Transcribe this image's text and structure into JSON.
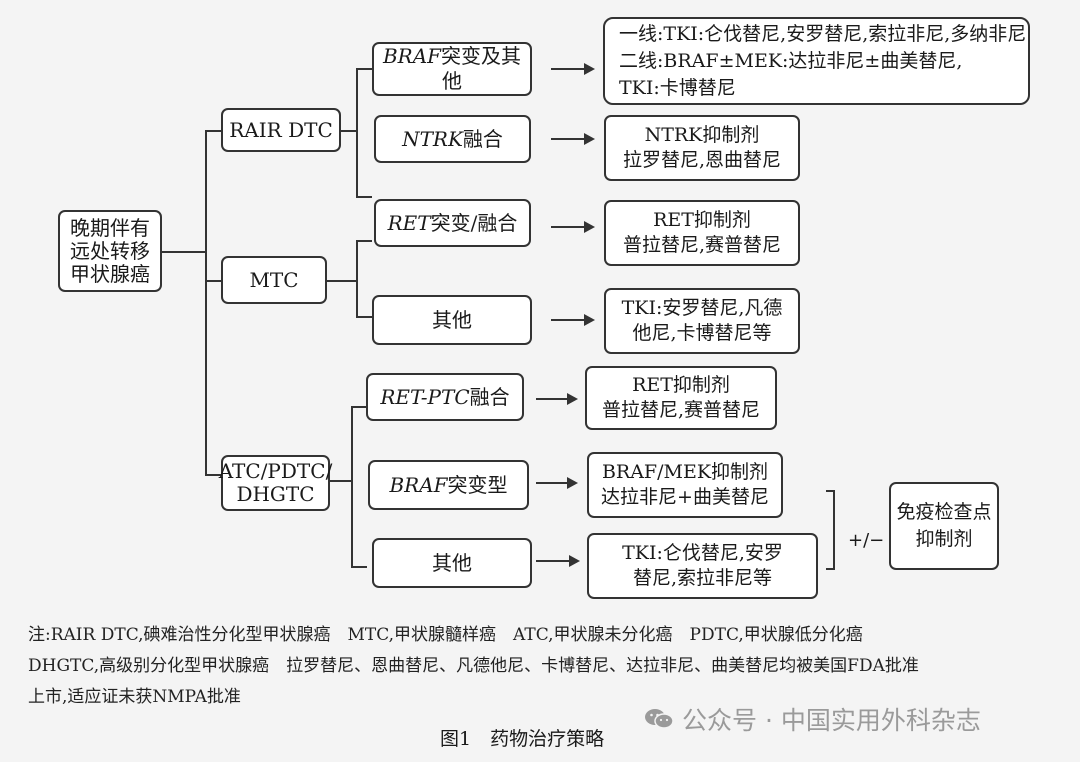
{
  "nodes": {
    "root": "晚期伴有\n远处转移\n甲状腺癌",
    "rair": "RAIR DTC",
    "mtc": "MTC",
    "atc": "ATC/PDTC/\nDHGTC",
    "braf_mut": {
      "it": "BRAF",
      "rest": "突变及其他"
    },
    "ntrk_fusion": {
      "it": "NTRK",
      "rest": "融合"
    },
    "ret_mut": {
      "it": "RET",
      "rest": "突变/融合"
    },
    "mtc_other": "其他",
    "ret_ptc": {
      "it": "RET-PTC",
      "rest": "融合"
    },
    "braf_type": {
      "it": "BRAF",
      "rest": "突变型"
    },
    "atc_other": "其他"
  },
  "treatments": {
    "braf": "一线:TKI:仑伐替尼,安罗替尼,索拉非尼,多纳非尼\n二线:BRAF±MEK:达拉非尼±曲美替尼,\nTKI:卡博替尼",
    "ntrk": "NTRK抑制剂\n拉罗替尼,恩曲替尼",
    "ret": "RET抑制剂\n普拉替尼,赛普替尼",
    "mtc_other": "TKI:安罗替尼,凡德\n他尼,卡博替尼等",
    "ret_ptc": "RET抑制剂\n普拉替尼,赛普替尼",
    "braf_mek": "BRAF/MEK抑制剂\n达拉非尼+曲美替尼",
    "atc_other": "TKI:仑伐替尼,安罗\n替尼,索拉非尼等",
    "immune": "免疫检查点\n抑制剂"
  },
  "plus_minus": "+/−",
  "note": {
    "line1": "注:RAIR DTC,碘难治性分化型甲状腺癌　MTC,甲状腺髓样癌　ATC,甲状腺未分化癌　PDTC,甲状腺低分化癌",
    "line2": "DHGTC,高级别分化型甲状腺癌　拉罗替尼、恩曲替尼、凡德他尼、卡博替尼、达拉非尼、曲美替尼均被美国FDA批准",
    "line3": "上市,适应证未获NMPA批准"
  },
  "caption": "图1　药物治疗策略",
  "watermark": "公众号 · 中国实用外科杂志"
}
